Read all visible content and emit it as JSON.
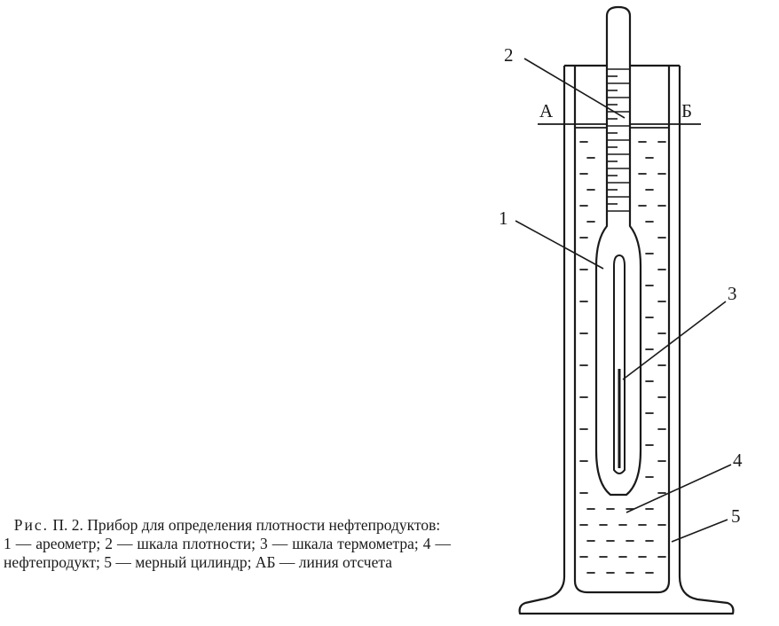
{
  "figure": {
    "labels": {
      "hydrometer": "1",
      "density_scale": "2",
      "thermometer_scale": "3",
      "oil_product": "4",
      "measuring_cylinder": "5",
      "line_start": "А",
      "line_end": "Б"
    },
    "caption": {
      "lead": "Рис.",
      "title": "П. 2. Прибор для определения плотности нефтепродуктов:",
      "legend": "1 — ареометр; 2 — шкала плотности; 3 — шкала термометра; 4 — нефтепродукт; 5 — мерный цилиндр; АБ — линия отсчета"
    }
  }
}
